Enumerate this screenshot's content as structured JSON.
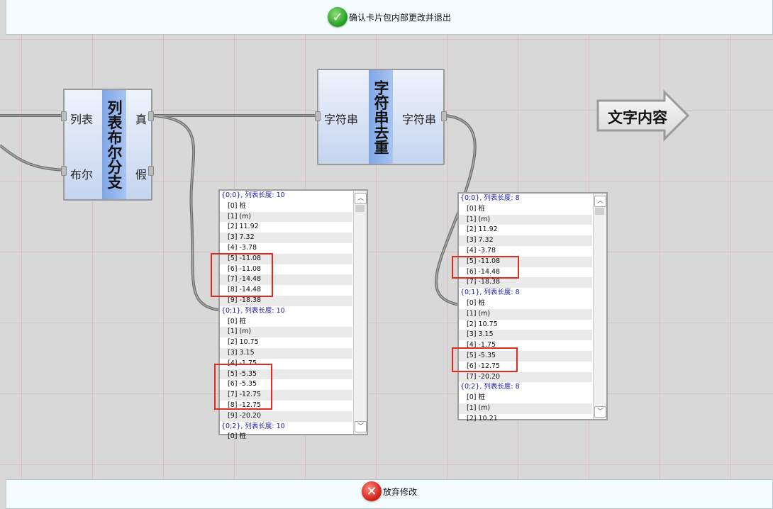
{
  "top_bar": {
    "confirm_label": "确认卡片包内部更改并退出"
  },
  "bottom_bar": {
    "discard_label": "放弃修改"
  },
  "node_boolean_branch": {
    "title": "列表布尔分支",
    "in_list": "列表",
    "in_bool": "布尔",
    "out_true": "真",
    "out_false": "假"
  },
  "node_dedupe": {
    "title": "字符串去重",
    "in_label": "字符串",
    "out_label": "字符串"
  },
  "output_node": {
    "label": "文字内容"
  },
  "panel_left": {
    "rows": [
      {
        "text": "{0;0}, 列表长度: 10",
        "header": true
      },
      {
        "text": "[0] 桩"
      },
      {
        "text": "[1] (m)"
      },
      {
        "text": "[2] 11.92"
      },
      {
        "text": "[3] 7.32"
      },
      {
        "text": "[4] -3.78"
      },
      {
        "text": "[5] -11.08"
      },
      {
        "text": "[6] -11.08"
      },
      {
        "text": "[7] -14.48"
      },
      {
        "text": "[8] -14.48"
      },
      {
        "text": "[9] -18.38"
      },
      {
        "text": "{0;1}, 列表长度: 10",
        "header": true
      },
      {
        "text": "[0] 桩"
      },
      {
        "text": "[1] (m)"
      },
      {
        "text": "[2] 10.75"
      },
      {
        "text": "[3] 3.15"
      },
      {
        "text": "[4] -1.75"
      },
      {
        "text": "[5] -5.35"
      },
      {
        "text": "[6] -5.35"
      },
      {
        "text": "[7] -12.75"
      },
      {
        "text": "[8] -12.75"
      },
      {
        "text": "[9] -20.20"
      },
      {
        "text": "{0;2}, 列表长度: 10",
        "header": true
      },
      {
        "text": "[0] 桩"
      }
    ]
  },
  "panel_right": {
    "rows": [
      {
        "text": "{0;0}, 列表长度: 8",
        "header": true
      },
      {
        "text": "[0] 桩"
      },
      {
        "text": "[1] (m)"
      },
      {
        "text": "[2] 11.92"
      },
      {
        "text": "[3] 7.32"
      },
      {
        "text": "[4] -3.78"
      },
      {
        "text": "[5] -11.08"
      },
      {
        "text": "[6] -14.48"
      },
      {
        "text": "[7] -18.38"
      },
      {
        "text": "{0;1}, 列表长度: 8",
        "header": true
      },
      {
        "text": "[0] 桩"
      },
      {
        "text": "[1] (m)"
      },
      {
        "text": "[2] 10.75"
      },
      {
        "text": "[3] 3.15"
      },
      {
        "text": "[4] -1.75"
      },
      {
        "text": "[5] -5.35"
      },
      {
        "text": "[6] -12.75"
      },
      {
        "text": "[7] -20.20"
      },
      {
        "text": "{0;2}, 列表长度: 8",
        "header": true
      },
      {
        "text": "[0] 桩"
      },
      {
        "text": "[1] (m)"
      },
      {
        "text": "[2] 10.21"
      }
    ]
  },
  "colors": {
    "highlight": "#e5291c",
    "node_strip": "#7fa6e6",
    "confirm": "#1e9a1a",
    "discard": "#d01a12"
  }
}
